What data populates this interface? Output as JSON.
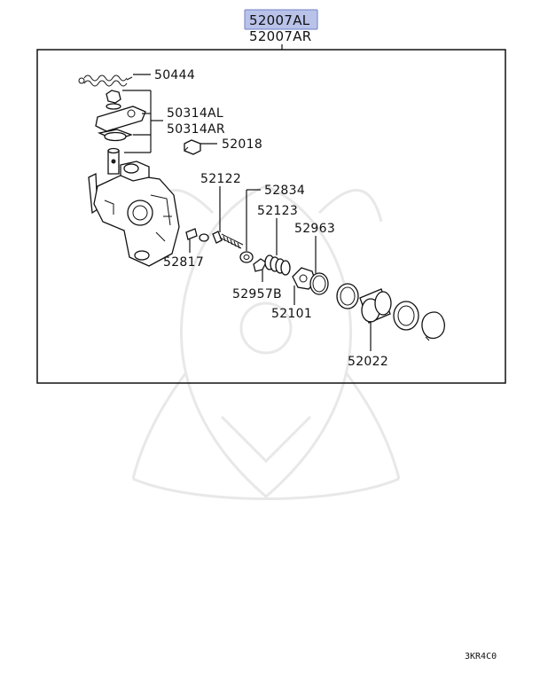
{
  "assembly": {
    "highlighted_part": "52007AL",
    "secondary_part": "52007AR",
    "highlight_color": "#b9c3ea",
    "highlight_border": "#6f7fc4"
  },
  "callouts": {
    "c50444": "50444",
    "c50314AL": "50314AL",
    "c50314AR": "50314AR",
    "c52018": "52018",
    "c52122": "52122",
    "c52834": "52834",
    "c52123": "52123",
    "c52963": "52963",
    "c52817": "52817",
    "c52957B": "52957B",
    "c52101": "52101",
    "c52022": "52022"
  },
  "footer": {
    "diagram_code": "3KR4C0"
  }
}
